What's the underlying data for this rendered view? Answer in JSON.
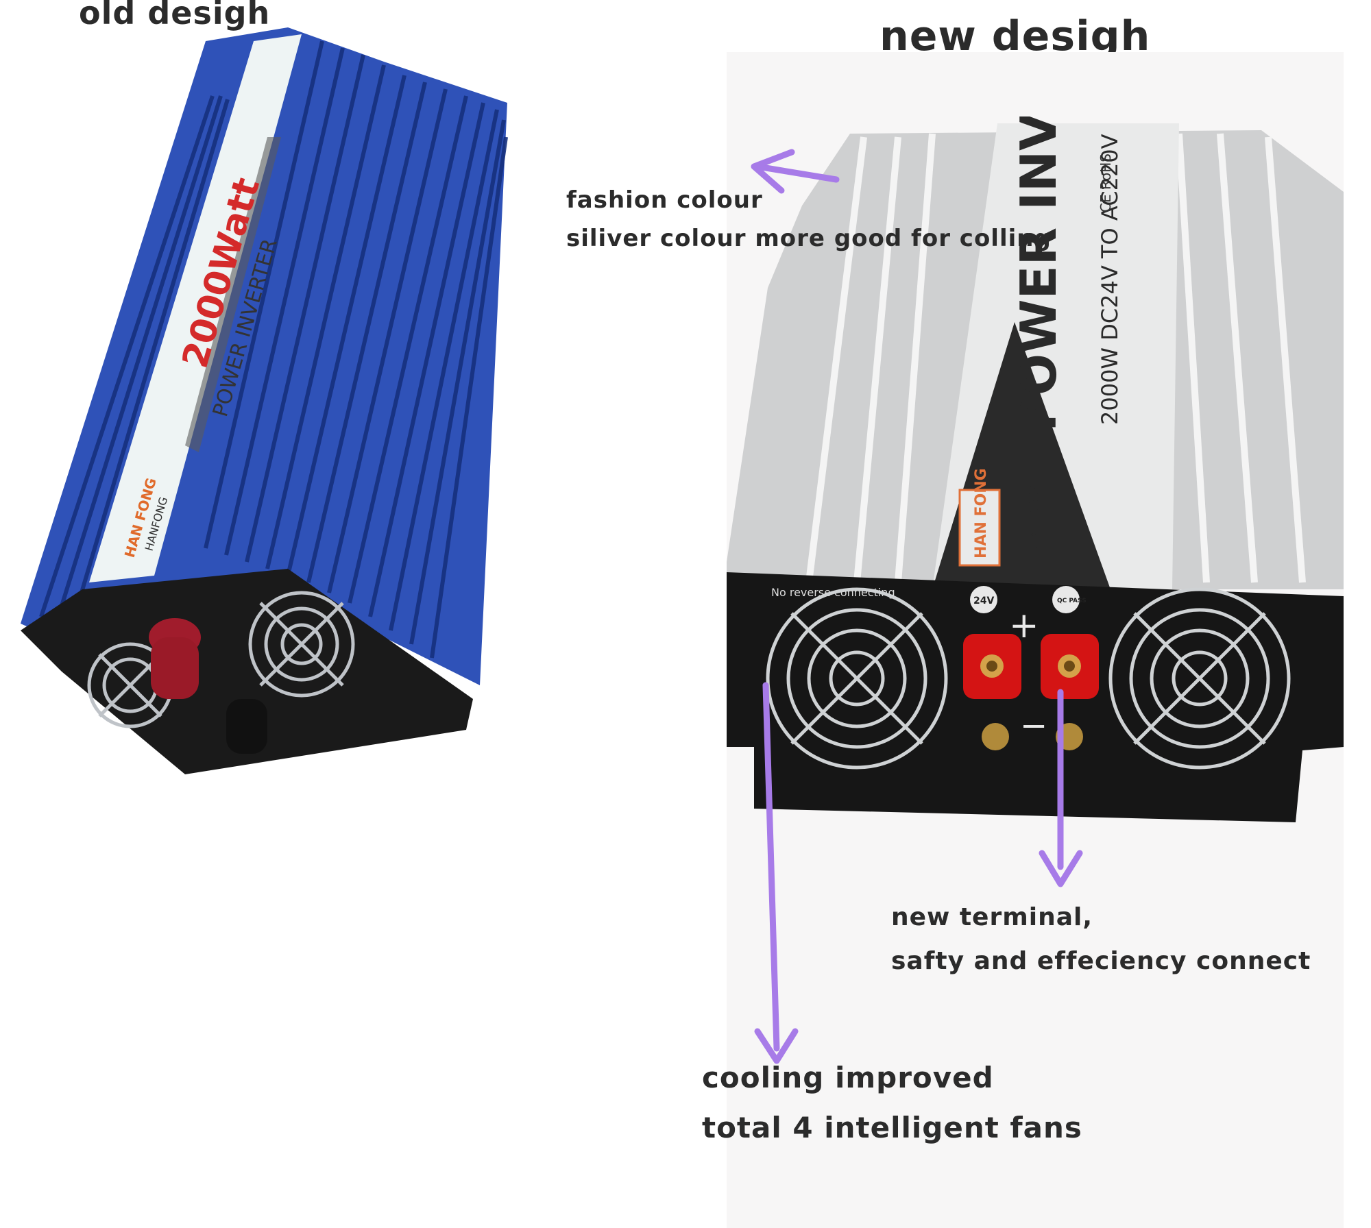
{
  "headings": {
    "old": "old desigh",
    "new": "new desigh"
  },
  "old_inverter": {
    "color": "#2f52b8",
    "power_label": "2000Watt",
    "product_label": "POWER INVERTER",
    "brand_logo": "HAN FONG",
    "brand_name": "HANFONG"
  },
  "new_inverter": {
    "color": "#c9c9c9",
    "product_label": "POWER INVERTER",
    "spec_label": "2000W DC24V TO AC220V",
    "cert_label": "CE RoHS",
    "brand_logo": "HAN FONG",
    "brand_name": "HANFONG",
    "warning_text": "No reverse connecting",
    "voltage_badge": "24V",
    "qc_badge": "QC PASS",
    "plus_sign": "+",
    "minus_sign": "−"
  },
  "annotations": {
    "color": "#a77be8",
    "fashion_colour": "fashion colour",
    "silver_colour": "siliver colour more good for colling",
    "terminal_line1": "new terminal,",
    "terminal_line2": "safty and effeciency connect",
    "cooling_line1": "cooling improved",
    "cooling_line2": "total 4 intelligent fans"
  }
}
